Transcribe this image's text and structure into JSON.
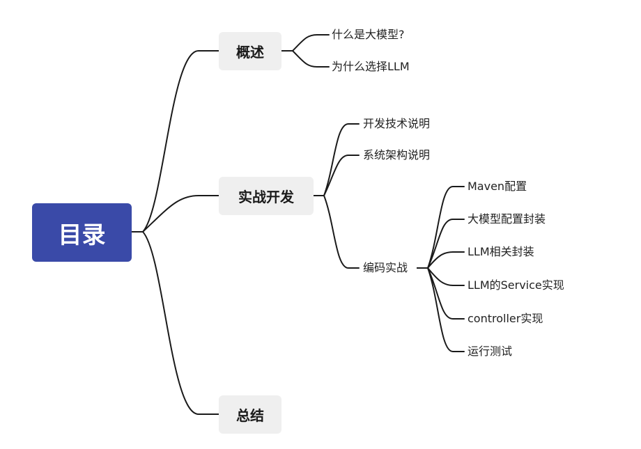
{
  "root": {
    "label": "目录",
    "color": "#3a4aa8"
  },
  "branches": {
    "overview": {
      "label": "概述",
      "children": [
        "什么是大模型?",
        "为什么选择LLM"
      ]
    },
    "dev": {
      "label": "实战开发",
      "children": [
        "开发技术说明",
        "系统架构说明",
        "编码实战"
      ],
      "coding": {
        "children": [
          "Maven配置",
          "大模型配置封装",
          "LLM相关封装",
          "LLM的Service实现",
          "controller实现",
          "运行测试"
        ]
      }
    },
    "summary": {
      "label": "总结"
    }
  }
}
